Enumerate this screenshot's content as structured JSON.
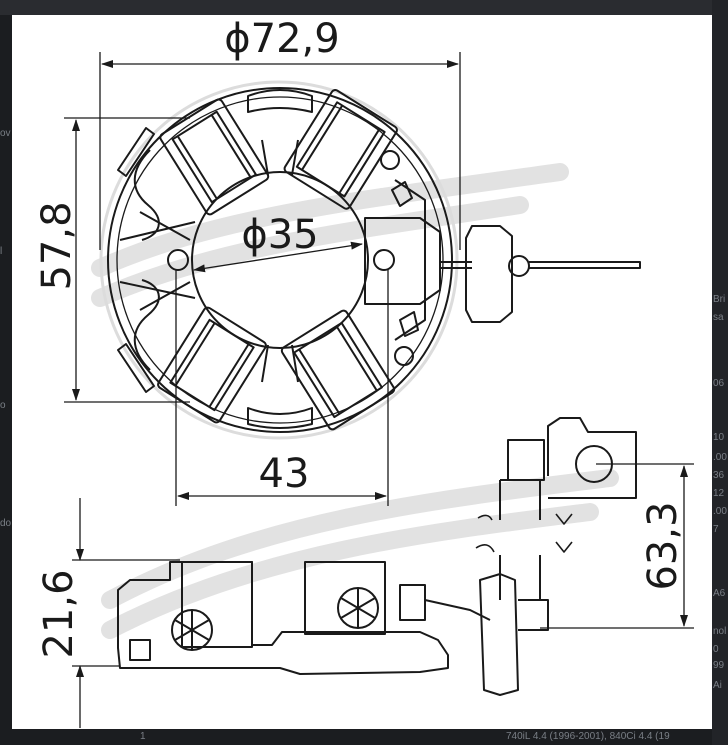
{
  "background_text": {
    "right_snippets": [
      "Bri",
      "sa",
      "06",
      "10",
      ".00",
      "36",
      "12",
      ".00",
      "7",
      "A6",
      "nol",
      "99",
      "0",
      "Ai",
      "1"
    ],
    "bottom_right": "740iL 4.4 (1996-2001), 840Ci 4.4 (19",
    "left_snippets": [
      "ov",
      "l",
      "o",
      "do"
    ]
  },
  "dimensions": {
    "outer_diameter": "ϕ72,9",
    "inner_diameter": "ϕ35",
    "height": "57,8",
    "brush_spacing": "43",
    "side_height": "21,6",
    "terminal_length": "63,3"
  },
  "colors": {
    "line": "#1a1a1a",
    "watermark": "#d6d6d6",
    "panel": "#ffffff",
    "backdrop": "#1b1d20"
  }
}
